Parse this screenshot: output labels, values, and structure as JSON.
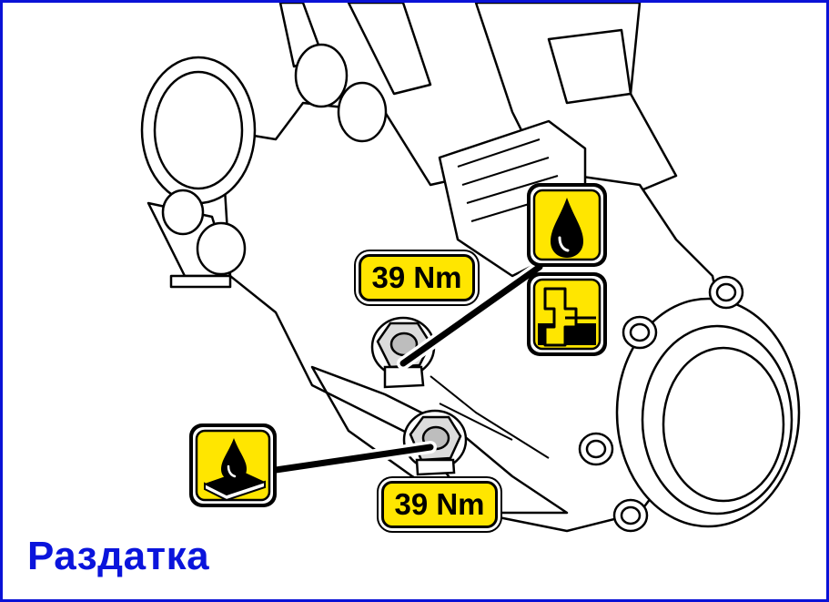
{
  "torque_labels": [
    {
      "text": "39 Nm"
    },
    {
      "text": "39 Nm"
    }
  ],
  "caption": "Раздатка",
  "icons": [
    "oil-drop-icon",
    "drain-plug-icon",
    "sealant-pad-icon"
  ],
  "colors": {
    "frame": "#0a12d6",
    "caption": "#0a14dc",
    "label_fill": "#ffe600",
    "outline": "#000000"
  }
}
